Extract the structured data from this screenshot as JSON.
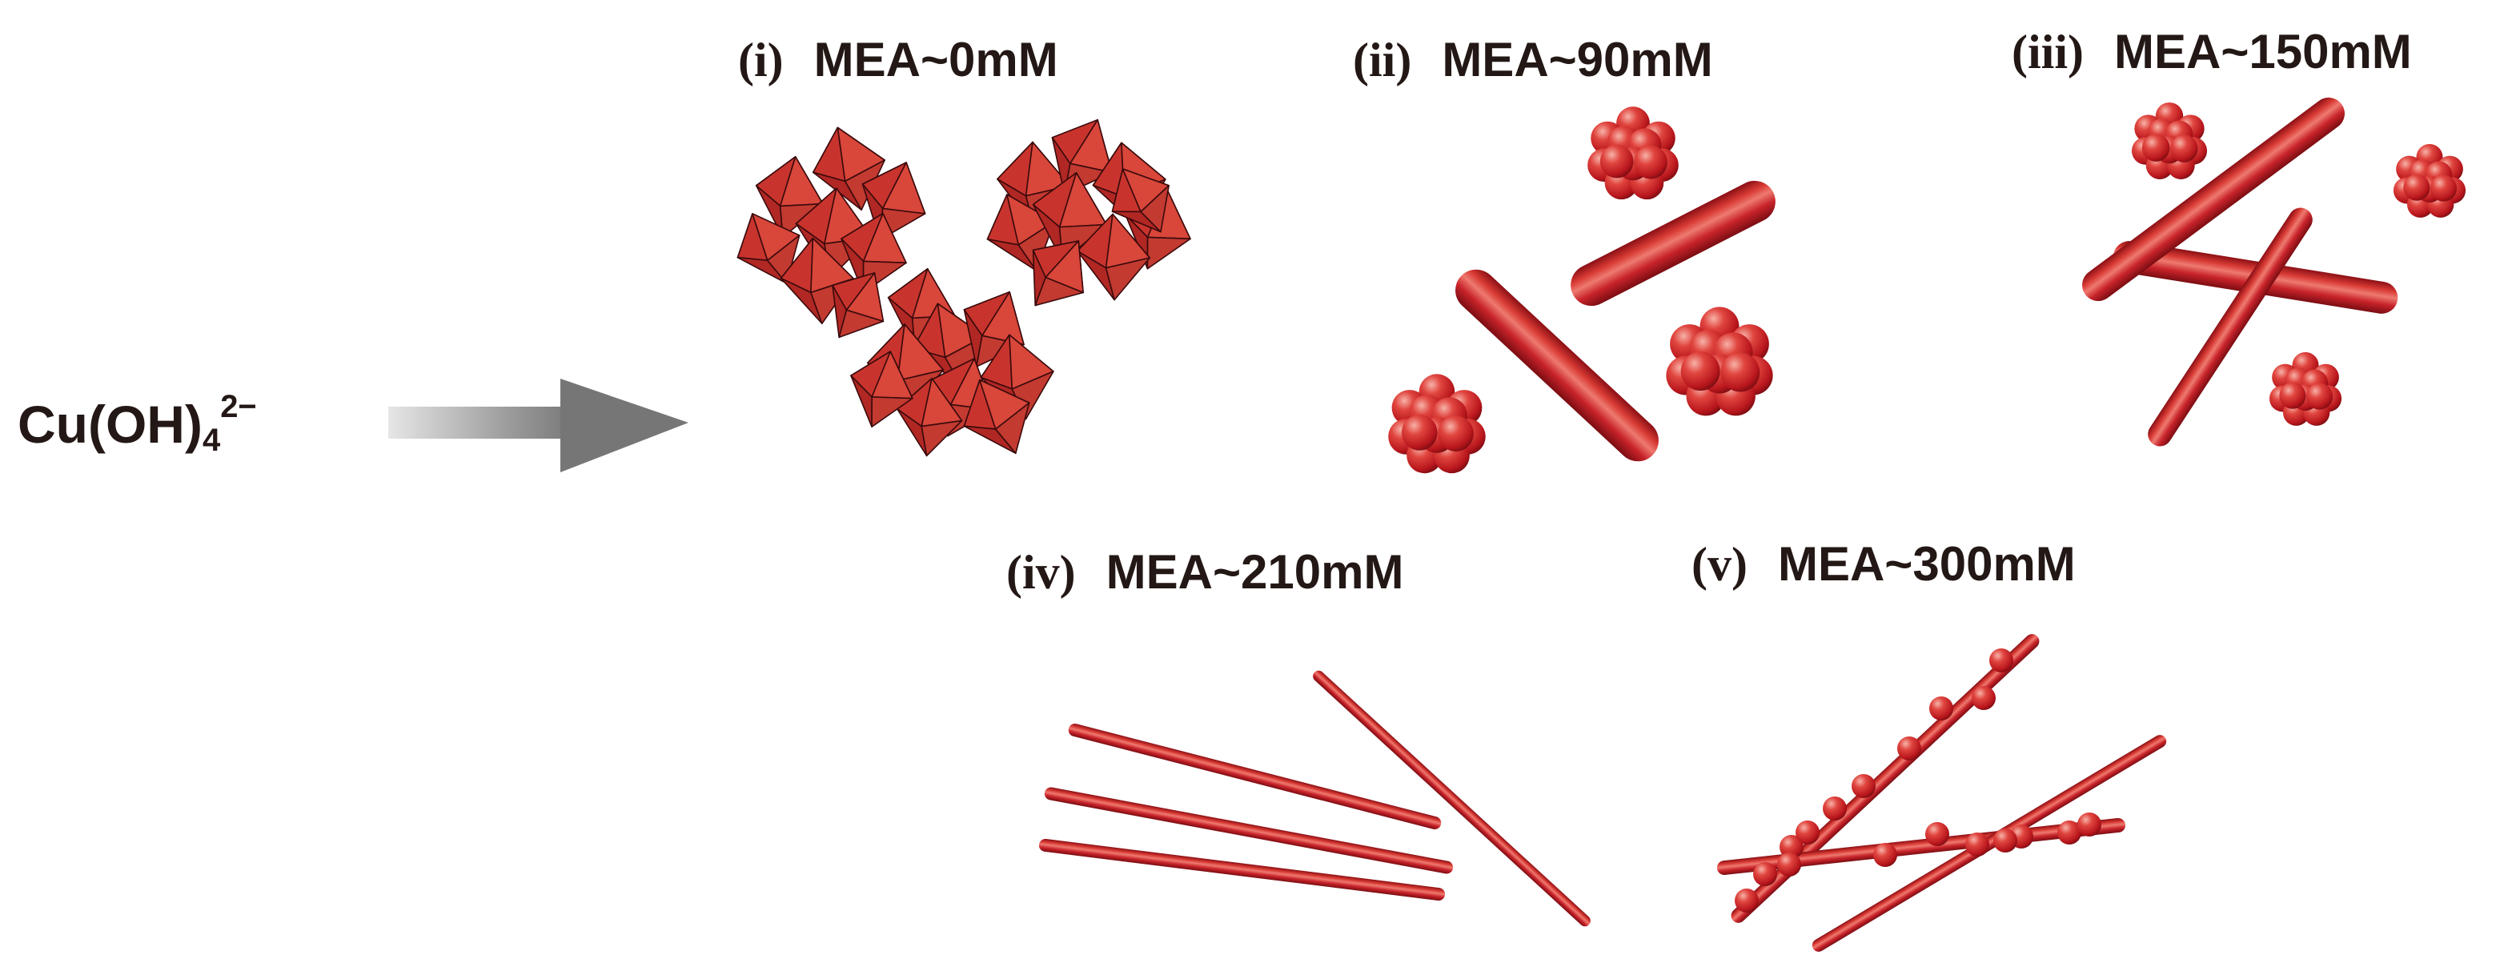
{
  "reactant": {
    "base": "Cu(OH)",
    "subscript": "4",
    "superscript": "2−"
  },
  "panels": [
    {
      "index": "(i)",
      "label": "MEA~0mM",
      "morphology": "octahedra-clusters"
    },
    {
      "index": "(ii)",
      "label": "MEA~90mM",
      "morphology": "thick-rods-and-spheres"
    },
    {
      "index": "(iii)",
      "label": "MEA~150mM",
      "morphology": "rods-and-spheres"
    },
    {
      "index": "(iv)",
      "label": "MEA~210mM",
      "morphology": "thin-rods"
    },
    {
      "index": "(v)",
      "label": "MEA~300mM",
      "morphology": "rods-with-particles"
    }
  ],
  "colors": {
    "particle": "#c8232a",
    "particle_dark": "#7a0d12",
    "particle_light": "#f08a80",
    "arrow": "#8c8c8c",
    "text": "#231815"
  }
}
